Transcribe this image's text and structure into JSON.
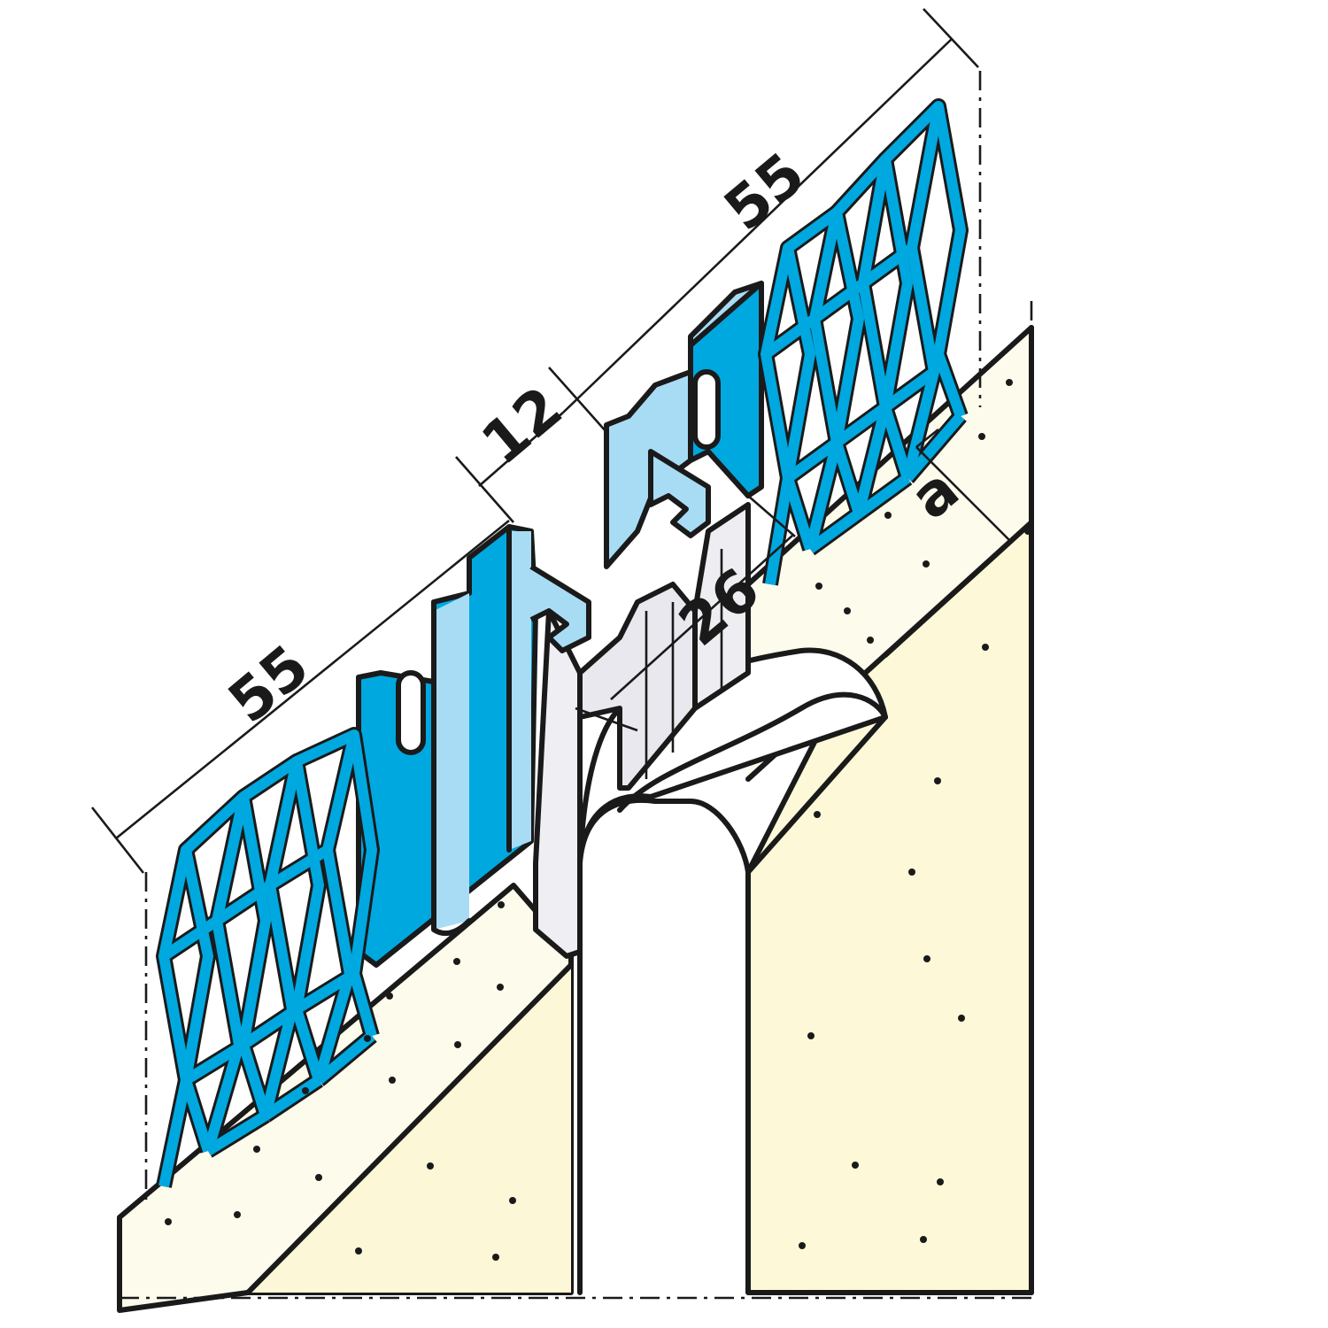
{
  "colors": {
    "mesh": "#00a8e0",
    "flange_dark": "#00a8e0",
    "flange_light": "#a8dcf4",
    "plaster_left": "#fdfbec",
    "plaster_right": "#fdf9d8",
    "backer_rod": "#ffffff",
    "profile_grey": "#eeeef3",
    "ink": "#1a1a1a"
  },
  "dimensions": {
    "left_width": "55",
    "gap_width": "12",
    "right_width": "55",
    "depth": "26",
    "plaster_thickness": "a"
  }
}
